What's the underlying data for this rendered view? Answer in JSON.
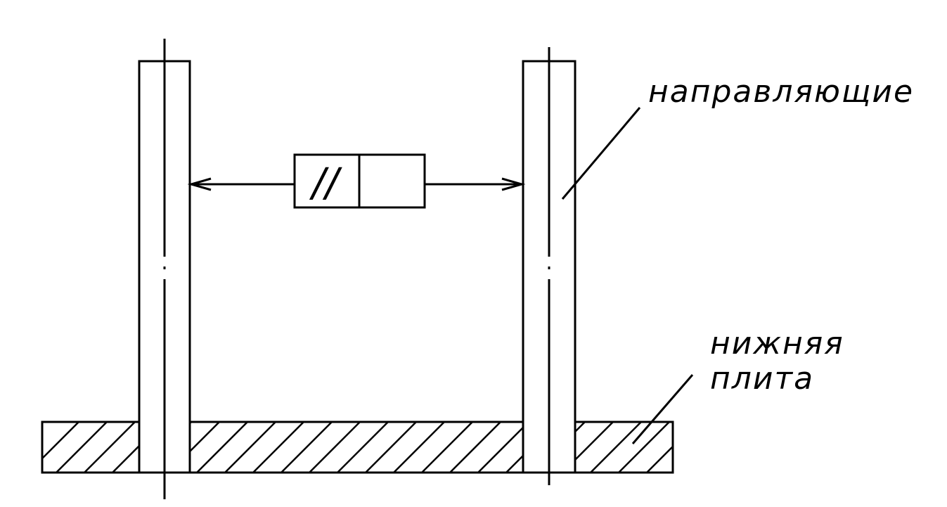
{
  "labels": {
    "guides": "направляющие",
    "plate_line1": "нижняя",
    "plate_line2": "плита"
  },
  "tolerance_frame": {
    "symbol": "//",
    "value": ""
  },
  "colors": {
    "line": "#000000",
    "background": "#ffffff"
  }
}
